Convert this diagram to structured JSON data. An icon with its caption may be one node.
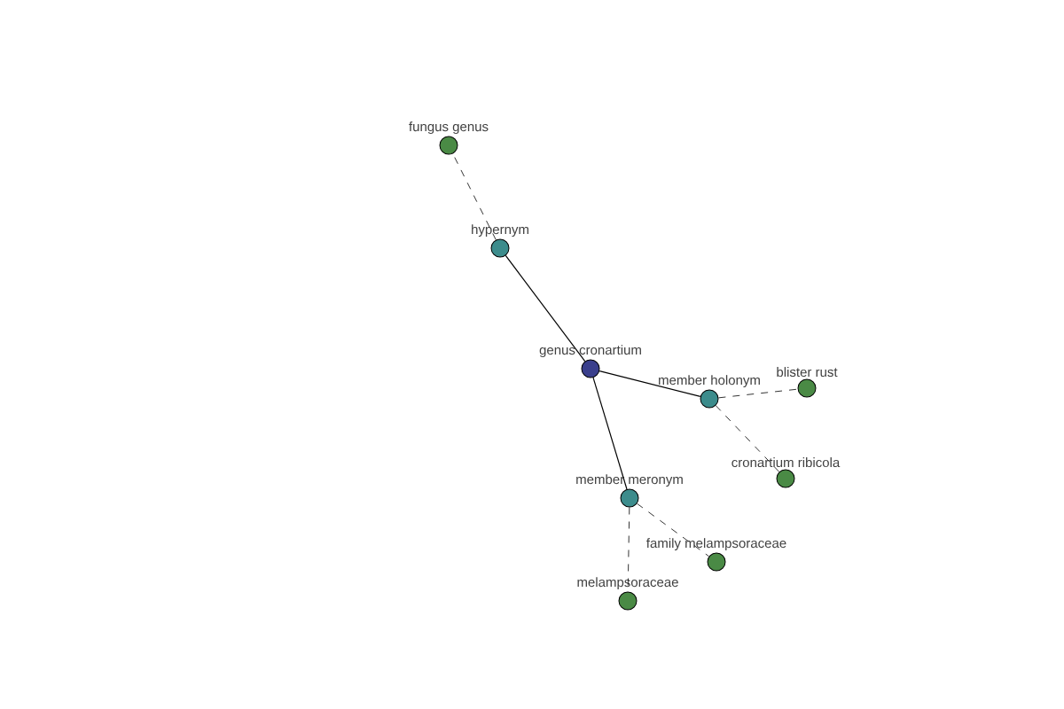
{
  "diagram": {
    "nodes": [
      {
        "text": [
          "fungus genus"
        ]
      },
      {
        "text": [
          "hypernym"
        ]
      },
      {
        "text": [
          "genus cronartium"
        ]
      },
      {
        "text": [
          "member holonym"
        ]
      },
      {
        "text": [
          "blister rust"
        ]
      },
      {
        "text": [
          "cronartium ribicola"
        ]
      },
      {
        "text": [
          "member meronym"
        ]
      },
      {
        "text": [
          "family melampsoraceae"
        ]
      },
      {
        "text": [
          "melampsoraceae"
        ]
      }
    ],
    "edges": [
      {
        "from": 2,
        "to": 1,
        "arrow": "none"
      },
      {
        "from": 1,
        "to": 0,
        "arrow": "none",
        "style": "dashed"
      },
      {
        "from": 2,
        "to": 3,
        "arrow": "none"
      },
      {
        "from": 3,
        "to": 4,
        "arrow": "none",
        "style": "dashed"
      },
      {
        "from": 3,
        "to": 5,
        "arrow": "none",
        "style": "dashed"
      },
      {
        "from": 2,
        "to": 6,
        "arrow": "none"
      },
      {
        "from": 6,
        "to": 7,
        "arrow": "none",
        "style": "dashed"
      },
      {
        "from": 6,
        "to": 8,
        "arrow": "none",
        "style": "dashed"
      }
    ]
  }
}
